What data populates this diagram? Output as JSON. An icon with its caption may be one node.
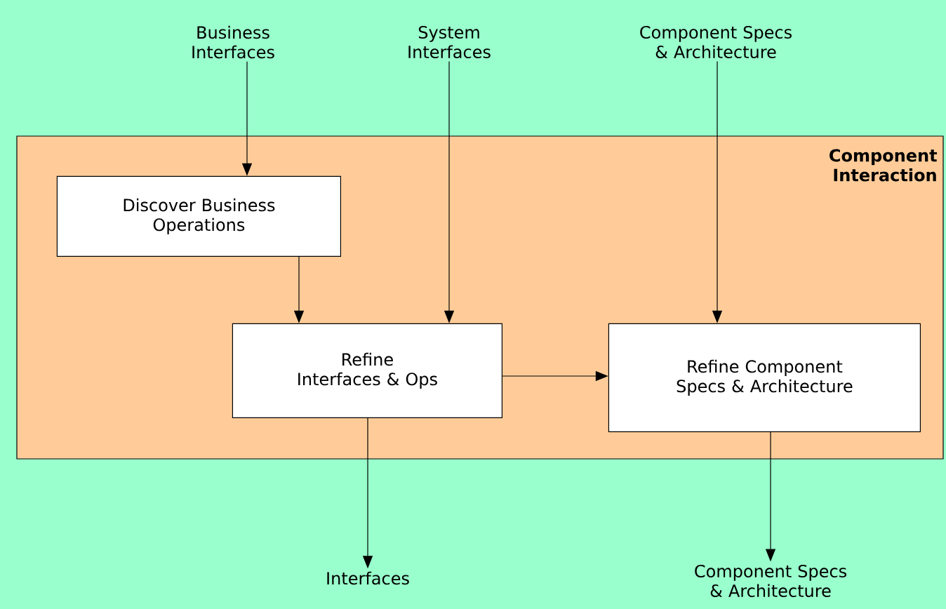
{
  "diagram": {
    "nodes": [
      {
        "text": [
          "Component Interaction"
        ]
      },
      {
        "text": [
          "Discover Business Operations"
        ],
        "in": 0
      },
      {
        "text": [
          "Refine Interfaces & Ops"
        ],
        "in": 0
      },
      {
        "text": [
          "Refine Component Specs & Architecture"
        ],
        "in": 0
      },
      {
        "text": [
          "Business Interfaces"
        ]
      },
      {
        "text": [
          "System Interfaces"
        ]
      },
      {
        "text": [
          "Component Specs & Architecture"
        ]
      },
      {
        "text": [
          "Interfaces"
        ]
      },
      {
        "text": [
          "Component Specs & Architecture"
        ]
      }
    ],
    "edges": [
      {
        "from": 4,
        "to": 1,
        "arrow": "to"
      },
      {
        "from": 1,
        "to": 2,
        "arrow": "to"
      },
      {
        "from": 5,
        "to": 2,
        "arrow": "to"
      },
      {
        "from": 6,
        "to": 3,
        "arrow": "to"
      },
      {
        "from": 2,
        "to": 3,
        "arrow": "to"
      },
      {
        "from": 2,
        "to": 7,
        "arrow": "to"
      },
      {
        "from": 3,
        "to": 8,
        "arrow": "to"
      }
    ]
  }
}
